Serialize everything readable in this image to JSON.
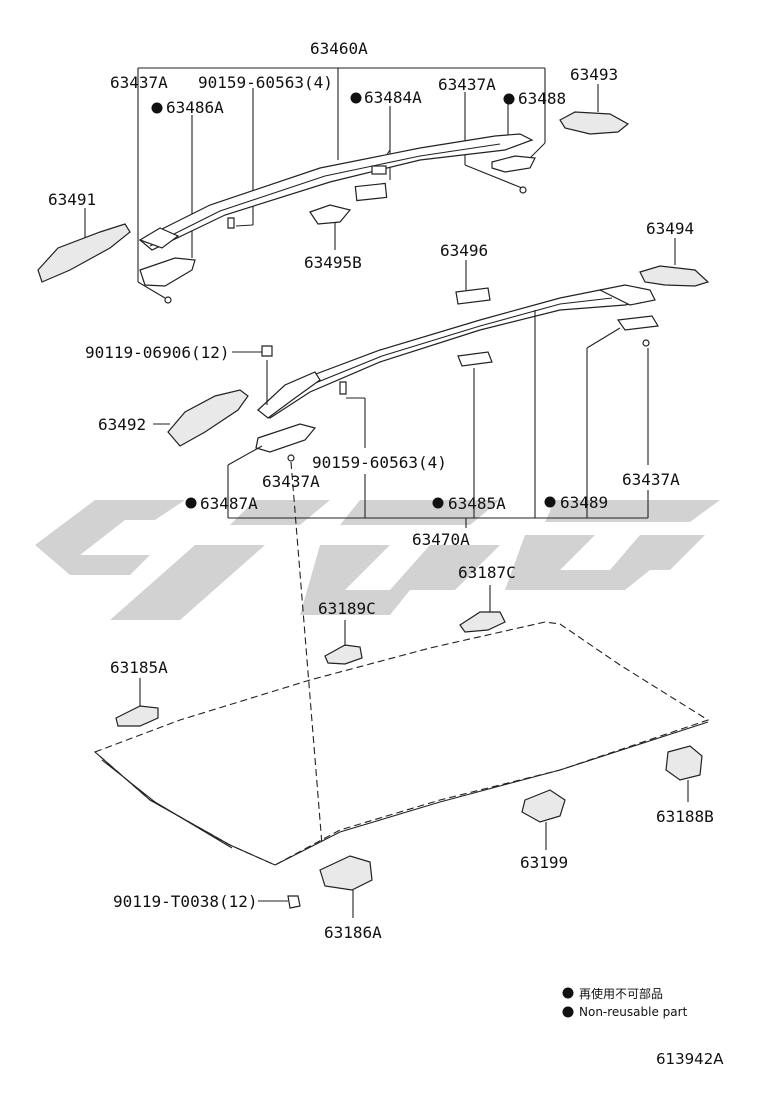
{
  "labels": {
    "p63460A": "63460A",
    "p63437A_tl": "63437A",
    "p90159_top": "90159-60563(4)",
    "p63486A": "63486A",
    "p63484A": "63484A",
    "p63437A_tr": "63437A",
    "p63488": "63488",
    "p63493": "63493",
    "p63491": "63491",
    "p63495B": "63495B",
    "p63496": "63496",
    "p63494": "63494",
    "p90119_06906": "90119-06906(12)",
    "p63492": "63492",
    "p90159_mid": "90159-60563(4)",
    "p63437A_ml": "63437A",
    "p63437A_mr": "63437A",
    "p63487A": "63487A",
    "p63485A": "63485A",
    "p63489": "63489",
    "p63470A": "63470A",
    "p63187C": "63187C",
    "p63189C": "63189C",
    "p63185A": "63185A",
    "p63188B": "63188B",
    "p63199": "63199",
    "p90119_T0038": "90119-T0038(12)",
    "p63186A": "63186A"
  },
  "legend": {
    "jp": "再使用不可部品",
    "en": "Non-reusable part"
  },
  "figure_code": "613942A",
  "colors": {
    "line": "#222222",
    "watermark": "#d2d2d2"
  }
}
